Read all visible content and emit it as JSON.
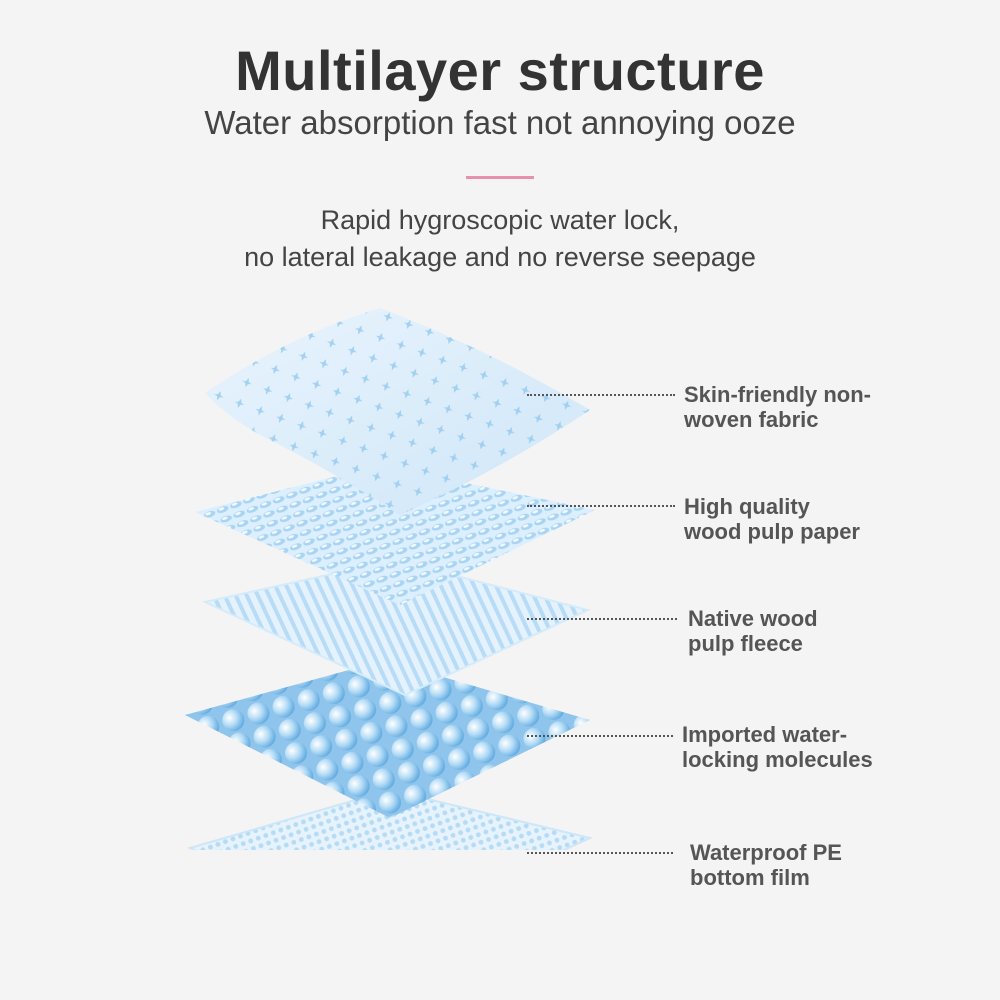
{
  "heading": {
    "title": "Multilayer structure",
    "subtitle": "Water absorption fast not annoying ooze",
    "accent_color": "#e890b0"
  },
  "description": {
    "line1": "Rapid hygroscopic water lock,",
    "line2": "no lateral leakage and no reverse seepage"
  },
  "layers": [
    {
      "line1": "Skin-friendly non-",
      "line2": "woven fabric"
    },
    {
      "line1": "High quality",
      "line2": "wood pulp paper"
    },
    {
      "line1": "Native wood",
      "line2": "pulp fleece"
    },
    {
      "line1": "Imported water-",
      "line2": "locking molecules"
    },
    {
      "line1": "Waterproof PE",
      "line2": "bottom film"
    }
  ],
  "colors": {
    "layer_light": "#dcefff",
    "layer_mid": "#a9d4f2",
    "layer_dark": "#6fb3e6"
  }
}
